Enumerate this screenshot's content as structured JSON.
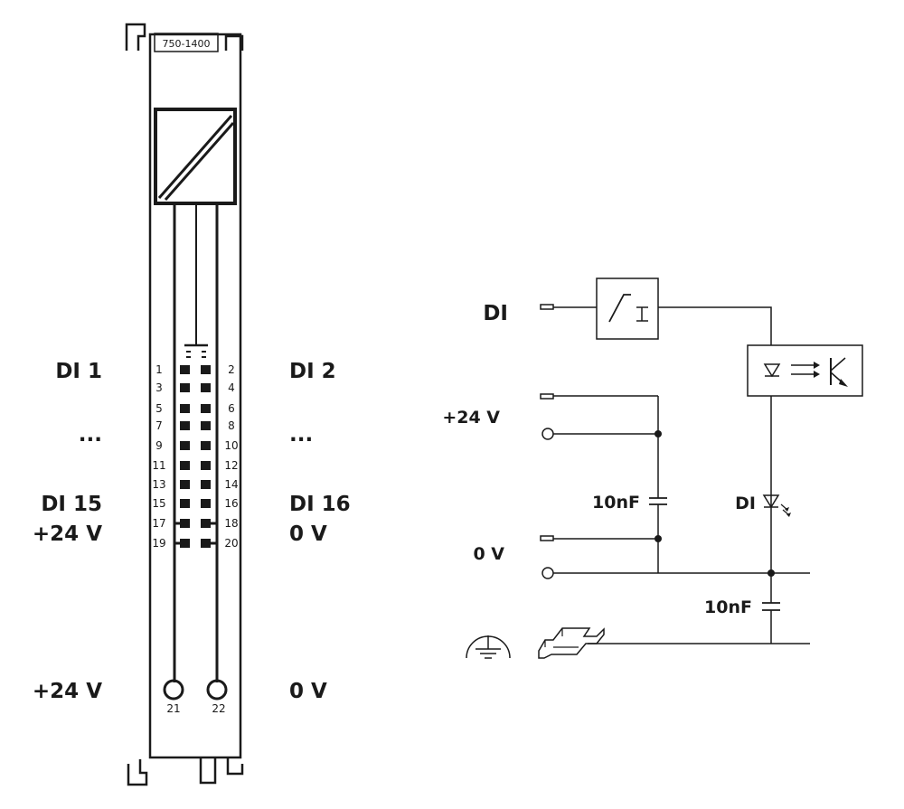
{
  "module": {
    "model": "750-1400",
    "left_labels": {
      "di1": "DI 1",
      "dots": "...",
      "di15": "DI 15",
      "plus24": "+24 V",
      "plus24_bottom": "+24 V"
    },
    "right_labels": {
      "di2": "DI 2",
      "dots": "...",
      "di16": "DI 16",
      "zero": "0 V",
      "zero_bottom": "0 V"
    },
    "pins_odd": [
      "1",
      "3",
      "5",
      "7",
      "9",
      "11",
      "13",
      "15",
      "17",
      "19"
    ],
    "pins_even": [
      "2",
      "4",
      "6",
      "8",
      "10",
      "12",
      "14",
      "16",
      "18",
      "20"
    ],
    "bottom_terminals": [
      "21",
      "22"
    ]
  },
  "schematic": {
    "di_label": "DI",
    "plus24_label": "+24 V",
    "zero_label": "0 V",
    "cap_10nF_a": "10nF",
    "cap_10nF_b": "10nF",
    "led_label": "DI"
  },
  "icons": [
    "converter-block-icon",
    "filter-block-icon",
    "optocoupler-icon",
    "led-icon",
    "capacitor-icon",
    "ground-symbol-icon",
    "din-rail-icon"
  ]
}
